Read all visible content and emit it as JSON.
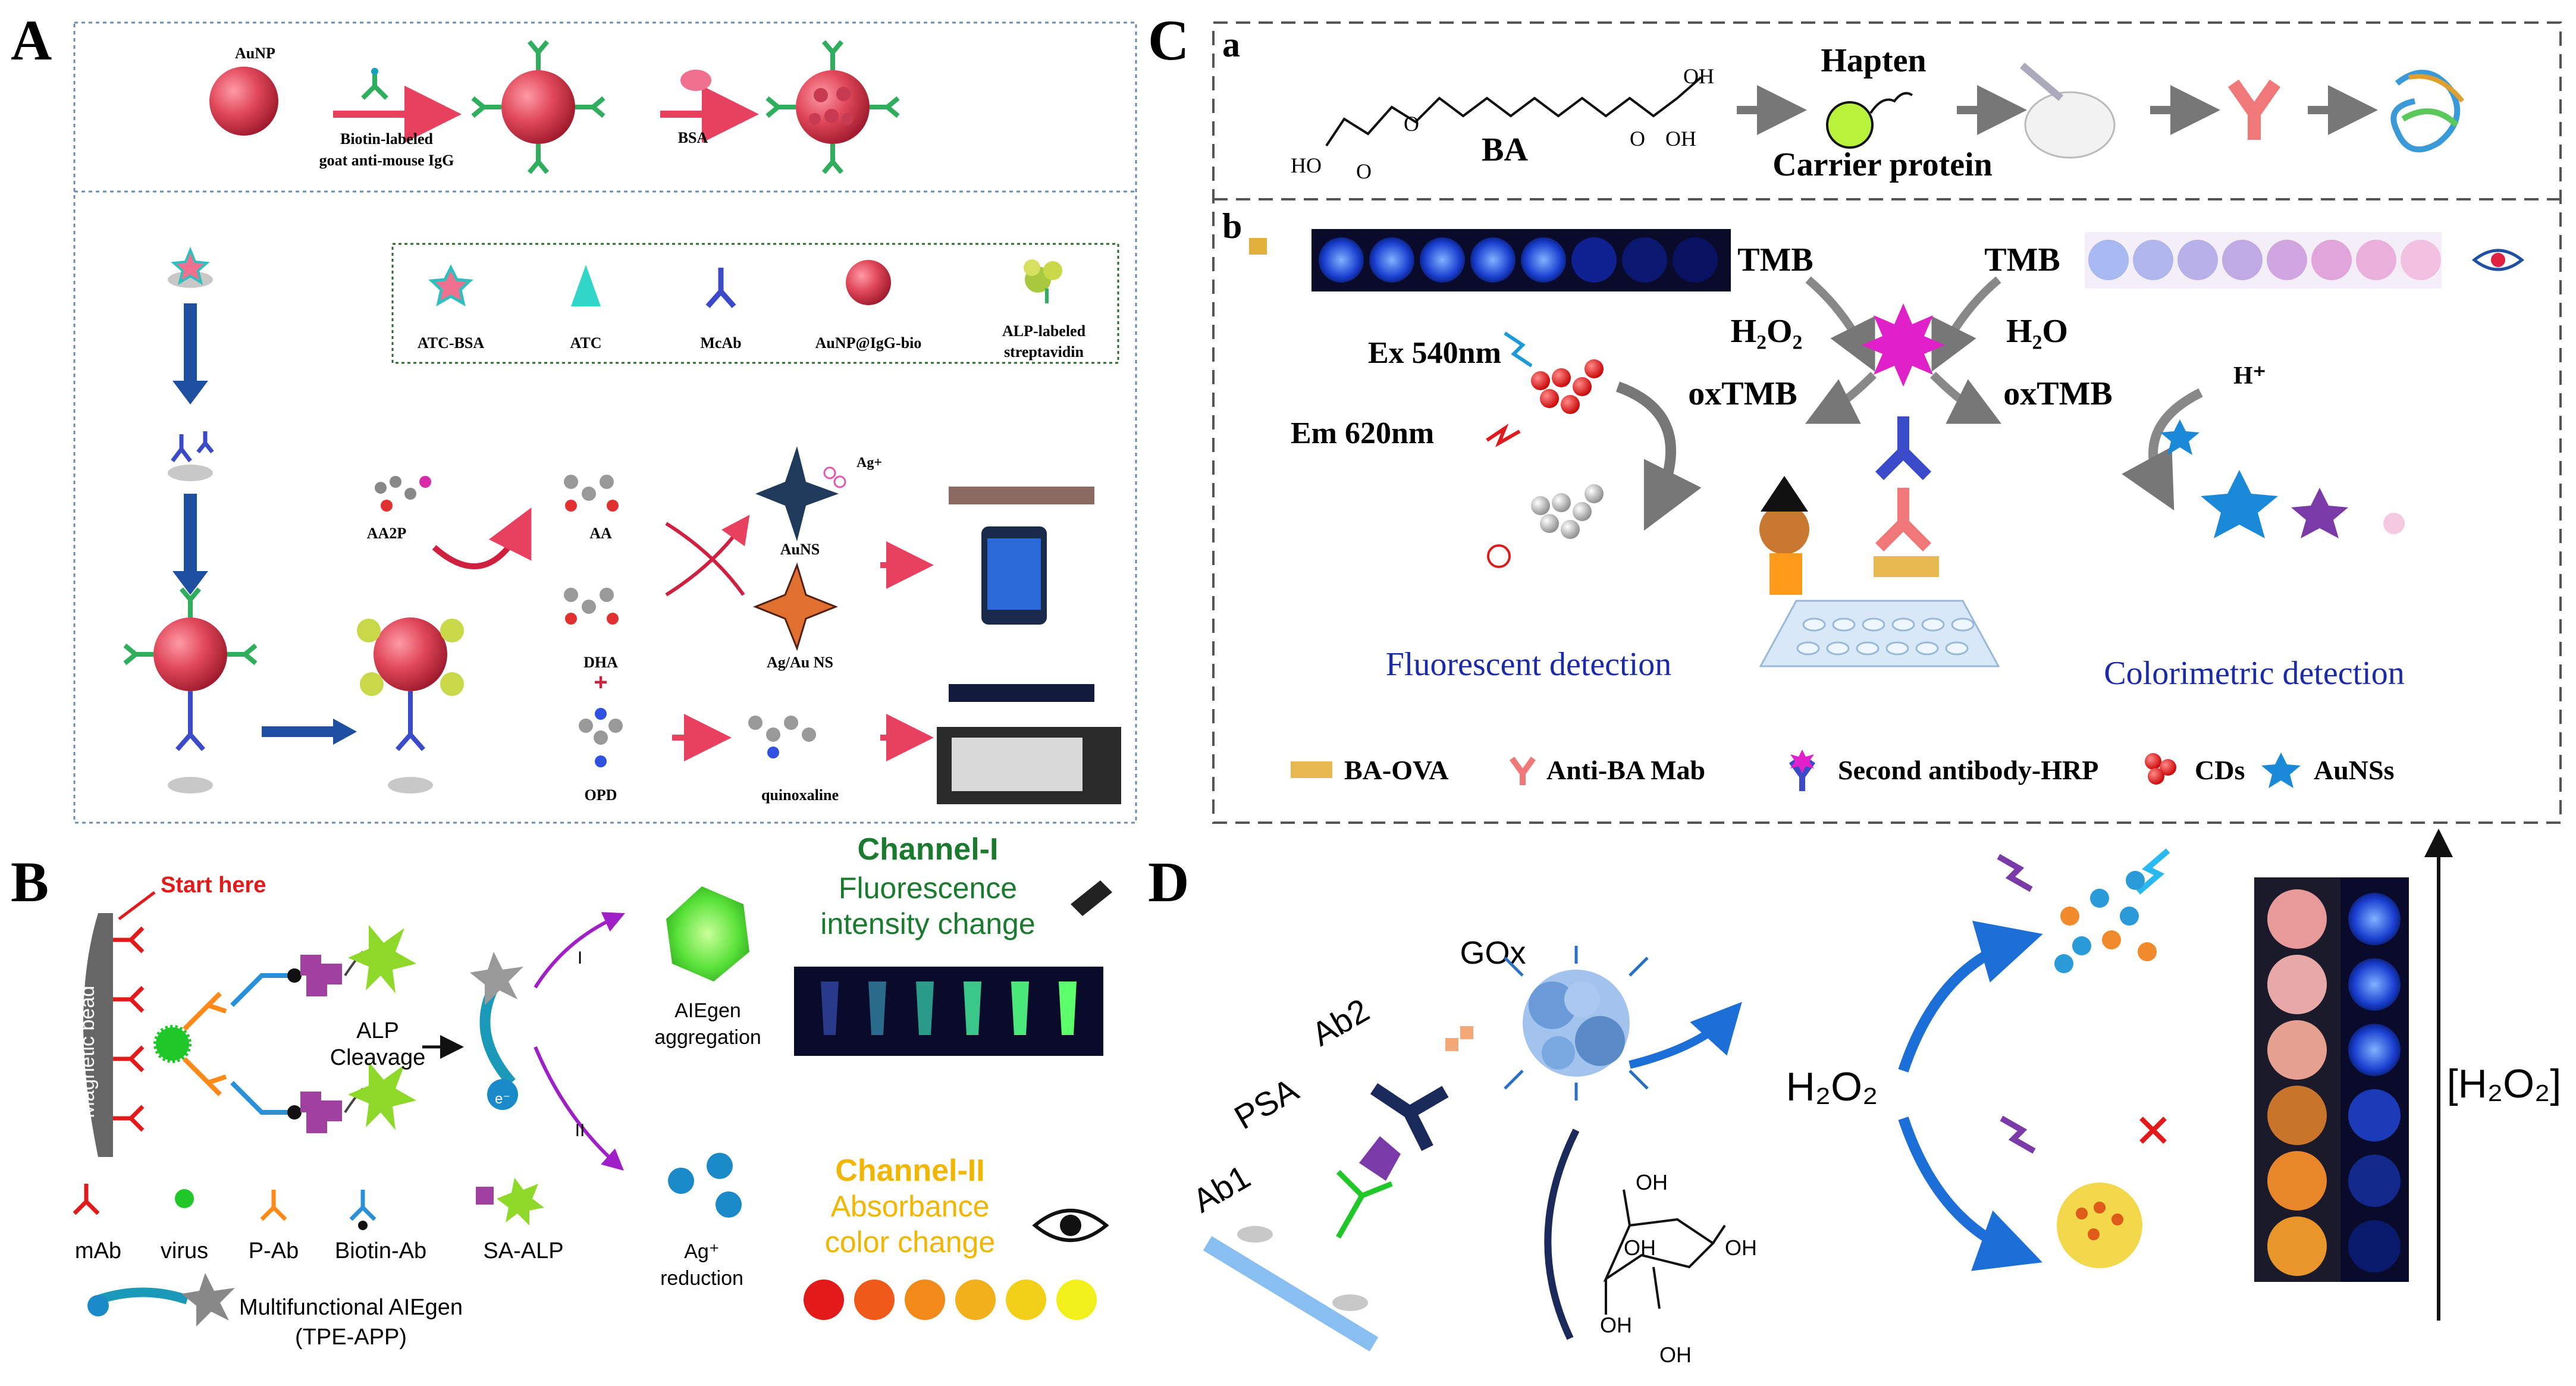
{
  "panels": {
    "A": {
      "letter": "A",
      "top": {
        "aunp": "AuNP",
        "biotin_label": "Biotin-labeled",
        "goat_label": "goat anti-mouse IgG",
        "bsa": "BSA"
      },
      "legend": {
        "atc_bsa": "ATC-BSA",
        "atc": "ATC",
        "mcab": "McAb",
        "aunp_igg": "AuNP@IgG-bio",
        "alp_1": "ALP-labeled",
        "alp_2": "streptavidin"
      },
      "chem": {
        "aa2p": "AA2P",
        "aa": "AA",
        "dha": "DHA",
        "opd": "OPD",
        "aunS": "AuNS",
        "agau": "Ag/Au NS",
        "quinox": "quinoxaline",
        "agplus": "Ag+"
      }
    },
    "B": {
      "letter": "B",
      "start_here": "Start here",
      "magnetic_bead": "Magnetic bead",
      "alp_cleavage_1": "ALP",
      "alp_cleavage_2": "Cleavage",
      "roman_1": "I",
      "roman_2": "II",
      "aiegen_1": "AIEgen",
      "aiegen_2": "aggregation",
      "ch1_title": "Channel-I",
      "ch1_line1": "Fluorescence",
      "ch1_line2": "intensity change",
      "ch2_title": "Channel-II",
      "ch2_line1": "Absorbance",
      "ch2_line2": "color change",
      "ag_reduction_1": "Ag⁺",
      "ag_reduction_2": "reduction",
      "legend": {
        "mab": "mAb",
        "virus": "virus",
        "pab": "P-Ab",
        "biotin_ab": "Biotin-Ab",
        "sa_alp": "SA-ALP",
        "multi_1": "Multifunctional AIEgen",
        "multi_2": "(TPE-APP)"
      },
      "electron": "e⁻"
    },
    "C": {
      "letter": "C",
      "sub_a": "a",
      "sub_b": "b",
      "ba": "BA",
      "hapten": "Hapten",
      "carrier": "Carrier protein",
      "chem_oh": "OH",
      "chem_ho": "HO",
      "chem_o": "O",
      "tmb_left": "TMB",
      "tmb_right": "TMB",
      "h2o2": "H₂O₂",
      "h2o": "H₂O",
      "oxtmb_left": "oxTMB",
      "oxtmb_right": "oxTMB",
      "ex": "Ex 540nm",
      "em": "Em 620nm",
      "hplus": "H⁺",
      "fluor": "Fluorescent detection",
      "color": "Colorimetric detection",
      "legend": {
        "ba_ova": "BA-OVA",
        "anti_ba": "Anti-BA Mab",
        "second": "Second antibody-HRP",
        "cds": "CDs",
        "aunss": "AuNSs"
      }
    },
    "D": {
      "letter": "D",
      "gox": "GOx",
      "ab2": "Ab2",
      "psa": "PSA",
      "ab1": "Ab1",
      "h2o2": "H₂O₂",
      "h2o2_axis": "[H₂O₂]",
      "oh": "OH"
    }
  },
  "colors": {
    "aunp_red": "#e0485a",
    "arrow_pink": "#e8415f",
    "arrow_blue": "#1f4fa0",
    "channel1_green": "#1a7a2e",
    "channel2_yellow": "#f2b600",
    "fluor_blue": "#1a2aa8",
    "start_red": "#e21a1a",
    "aie_purple": "#a020c8"
  }
}
